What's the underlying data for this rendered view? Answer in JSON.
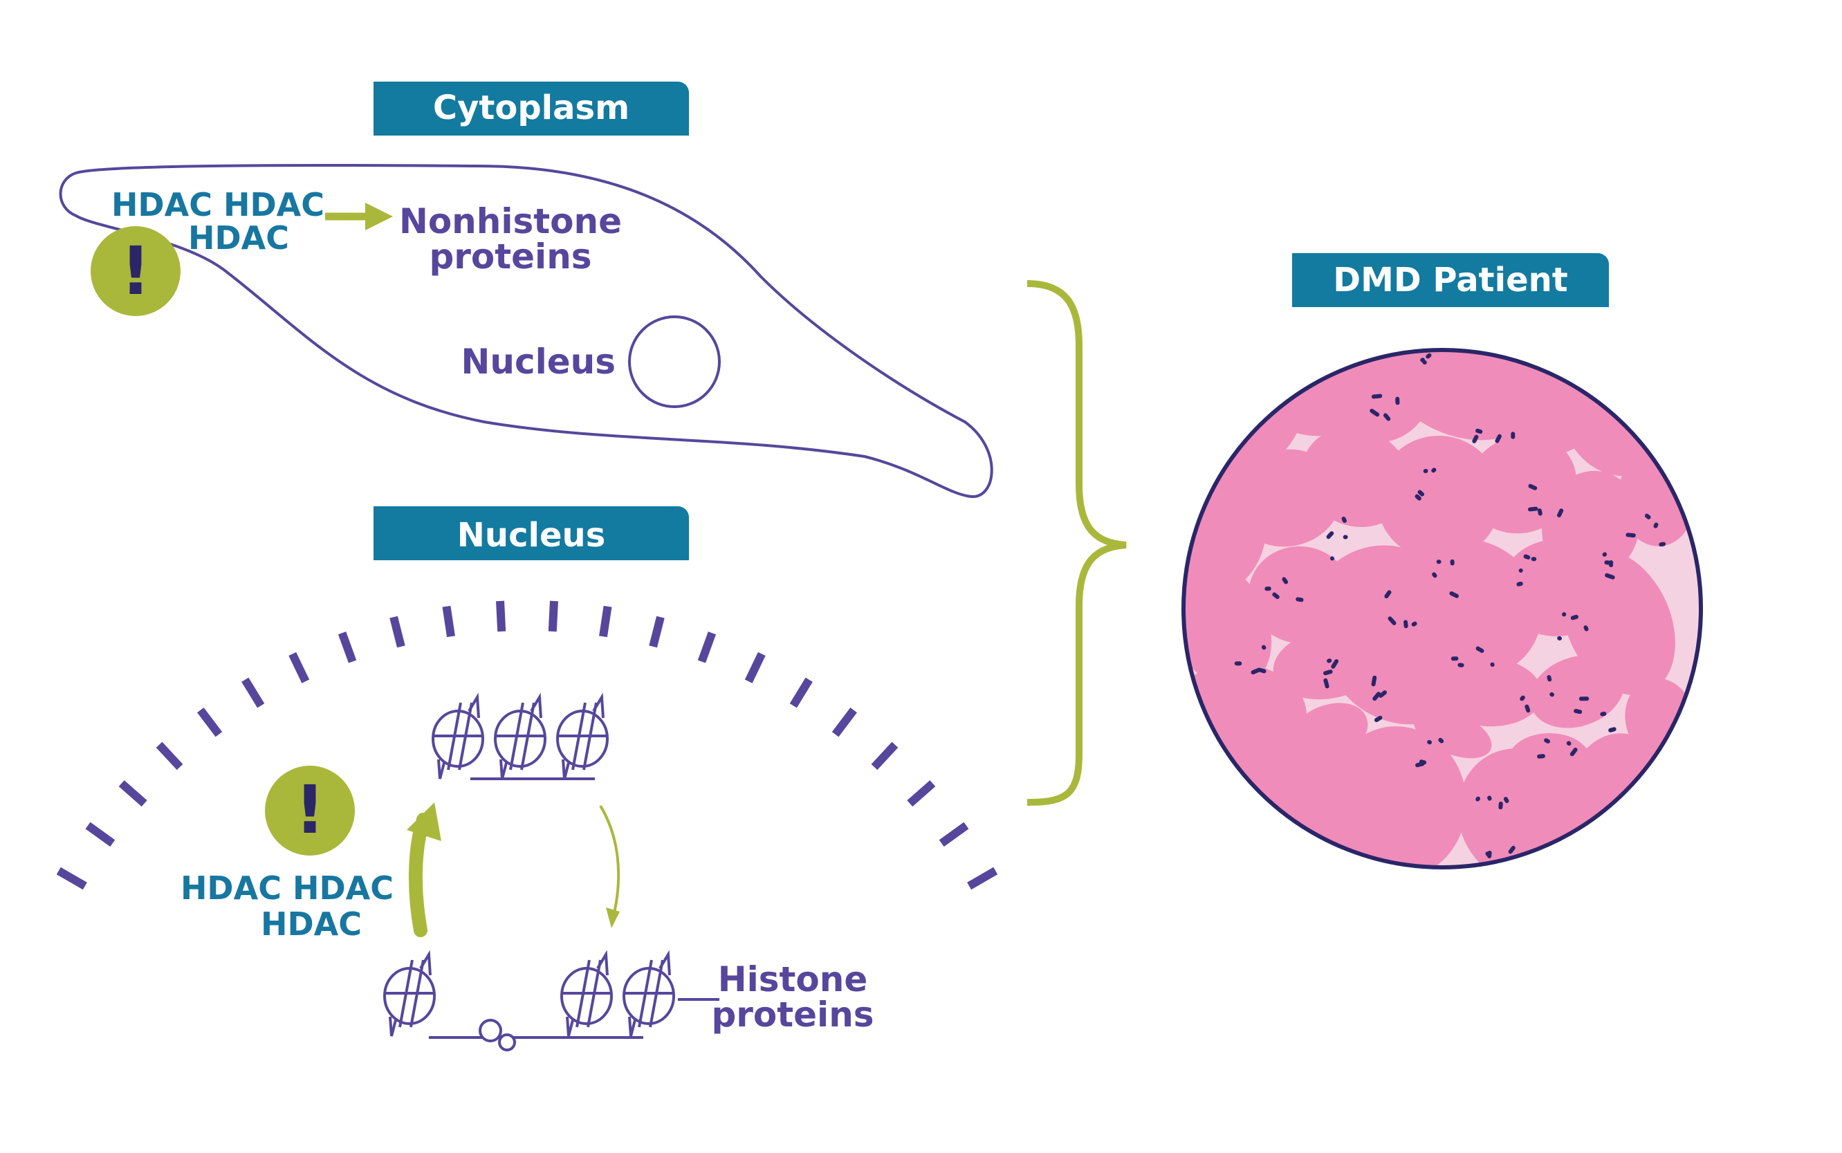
{
  "headers": {
    "cytoplasm": "Cytoplasm",
    "nucleus": "Nucleus",
    "dmd_patient": "DMD Patient"
  },
  "cytoplasm_panel": {
    "hdac_line1": "HDAC HDAC",
    "hdac_line2": "HDAC",
    "target_line1": "Nonhistone",
    "target_line2": "proteins",
    "nucleus_label": "Nucleus",
    "warning_symbol": "!"
  },
  "nucleus_panel": {
    "hdac_line1": "HDAC HDAC",
    "hdac_line2": "HDAC",
    "histone_line1": "Histone",
    "histone_line2": "proteins",
    "warning_symbol": "!"
  },
  "colors": {
    "teal_header": "#137aa0",
    "purple": "#56479c",
    "teal_text": "#1777a0",
    "green": "#a9b83b",
    "tissue_background": "#f5d2e1",
    "muscle_fiber": "#f08cba",
    "nuclei": "#2a2668"
  },
  "icons": {
    "warning": "exclamation-circle-icon",
    "arrow": "right-arrow-icon",
    "brace": "curly-brace-icon"
  }
}
